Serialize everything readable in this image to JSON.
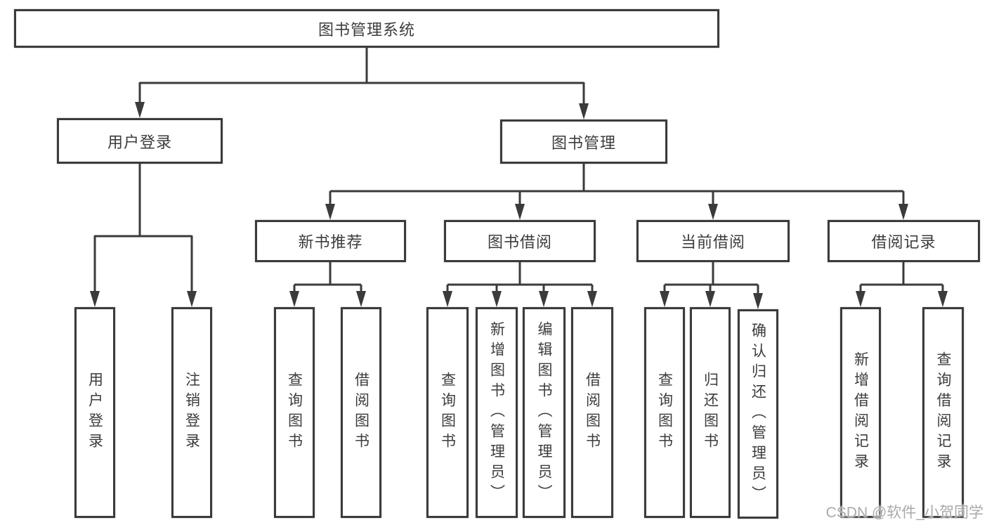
{
  "diagram": {
    "root": {
      "label": "图书管理系统"
    },
    "branches": {
      "user_login": {
        "label": "用户登录"
      },
      "book_mgmt": {
        "label": "图书管理"
      }
    },
    "modules": {
      "new_book_rec": {
        "label": "新书推荐"
      },
      "book_borrow": {
        "label": "图书借阅"
      },
      "current_borrow": {
        "label": "当前借阅"
      },
      "borrow_records": {
        "label": "借阅记录"
      }
    },
    "leaves": {
      "user_login_leaf": {
        "label": "用户登录"
      },
      "logout": {
        "label": "注销登录"
      },
      "rec_query_book": {
        "label": "查询图书"
      },
      "rec_borrow_book": {
        "label": "借阅图书"
      },
      "borrow_query_book": {
        "label": "查询图书"
      },
      "borrow_add_book": {
        "label": "新增图书（管理员）"
      },
      "borrow_edit_book": {
        "label": "编辑图书（管理员）"
      },
      "borrow_borrow_book": {
        "label": "借阅图书"
      },
      "current_query_book": {
        "label": "查询图书"
      },
      "current_return_book": {
        "label": "归还图书"
      },
      "current_confirm_return": {
        "label": "确认归还（管理员）"
      },
      "records_add_record": {
        "label": "新增借阅记录"
      },
      "records_query_record": {
        "label": "查询借阅记录"
      }
    }
  },
  "watermark": {
    "text": "CSDN @软件_小贺同学"
  },
  "colors": {
    "line": "#3b3b3b",
    "text": "#3c3c3c",
    "watermark": "#a9a9a9",
    "background": "#ffffff"
  }
}
